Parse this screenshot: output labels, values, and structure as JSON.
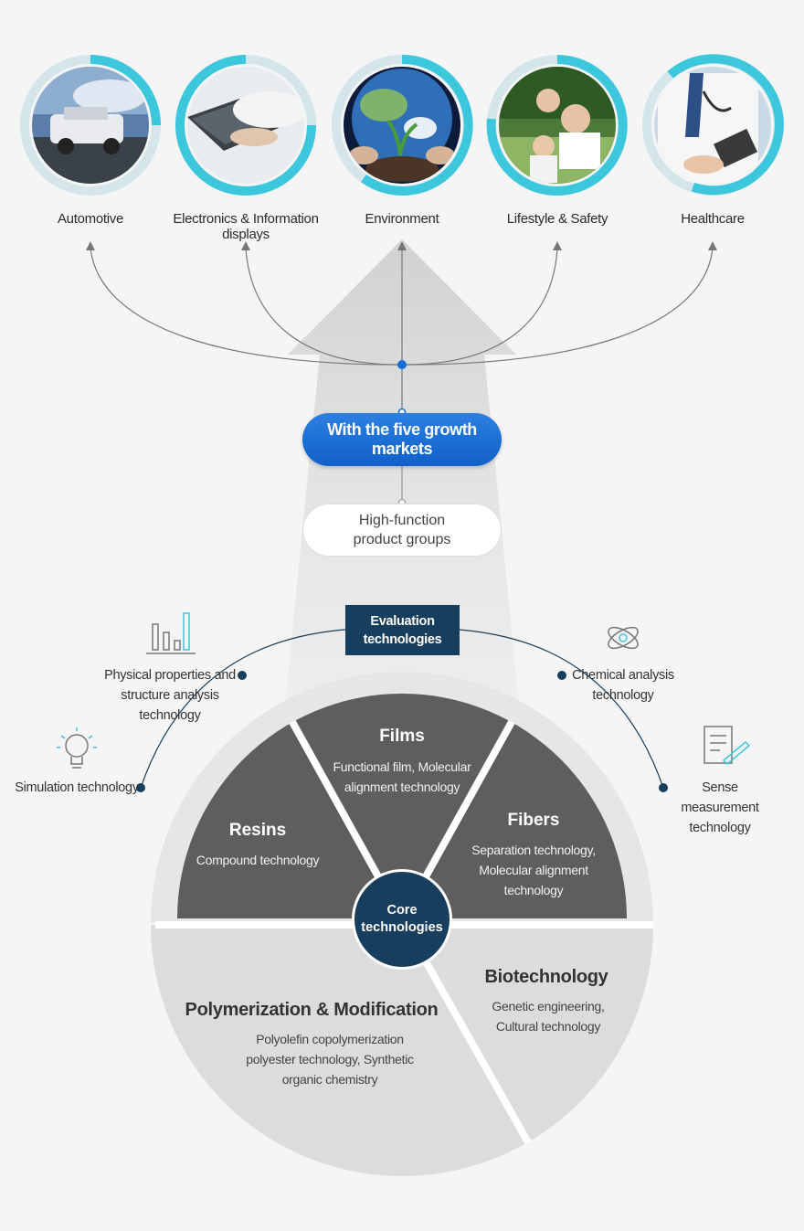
{
  "markets": [
    {
      "label": "Automotive",
      "icon": "car-photo-icon"
    },
    {
      "label": "Electronics & Information displays",
      "icon": "laptop-photo-icon"
    },
    {
      "label": "Environment",
      "icon": "earth-photo-icon"
    },
    {
      "label": "Lifestyle & Safety",
      "icon": "family-photo-icon"
    },
    {
      "label": "Healthcare",
      "icon": "doctor-photo-icon"
    }
  ],
  "growth_pill": "With the five growth markets",
  "product_pill": "High-function product groups",
  "evaluation": {
    "title": "Evaluation technologies",
    "items": [
      {
        "label": "Simulation technology",
        "icon": "lightbulb-icon"
      },
      {
        "label": "Physical properties and structure analysis technology",
        "icon": "bar-chart-icon"
      },
      {
        "label": "Chemical analysis technology",
        "icon": "atom-icon"
      },
      {
        "label": "Sense measurement technology",
        "icon": "document-pen-icon"
      }
    ]
  },
  "core": "Core technologies",
  "segments": {
    "films": {
      "title": "Films",
      "desc": "Functional film, Molecular alignment technology"
    },
    "resins": {
      "title": "Resins",
      "desc": "Compound technology"
    },
    "fibers": {
      "title": "Fibers",
      "desc": "Separation technology, Molecular alignment technology"
    },
    "polymerization": {
      "title": "Polymerization & Modification",
      "desc": "Polyolefin copolymerization polyester technology, Synthetic organic chemistry"
    },
    "biotech": {
      "title": "Biotechnology",
      "desc": "Genetic engineering, Cultural technology"
    }
  },
  "colors": {
    "ring_cyan": "#3cc7dd",
    "ring_light": "#d4e6ea",
    "pill_blue": "#1a6fd6",
    "navy": "#173e5c",
    "segment_dark": "#5e5e5e",
    "lower_gray": "#dcdcdc"
  }
}
